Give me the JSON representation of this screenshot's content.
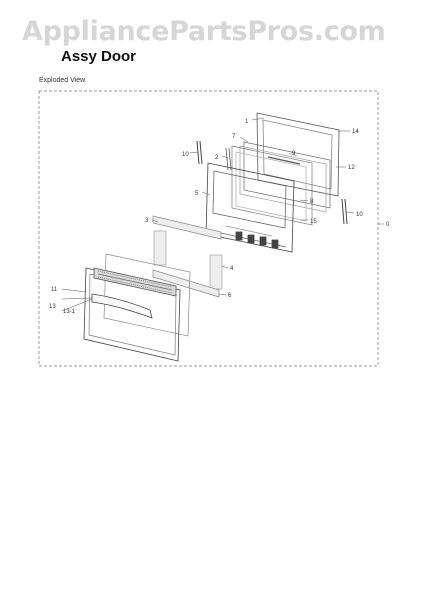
{
  "watermark": "AppliancePartsPros.com",
  "title": "Assy Door",
  "view_label": "Exploded View",
  "callouts": {
    "c1": "1",
    "c2": "2",
    "c3": "3",
    "c4": "4",
    "c5": "5",
    "c6": "6",
    "c7": "7",
    "c8": "8",
    "c9": "9",
    "c10a": "10",
    "c10b": "10",
    "c11": "11",
    "c12": "12",
    "c13": "13",
    "c13_1": "13-1",
    "c14": "14",
    "c15": "15",
    "assy": "0"
  }
}
